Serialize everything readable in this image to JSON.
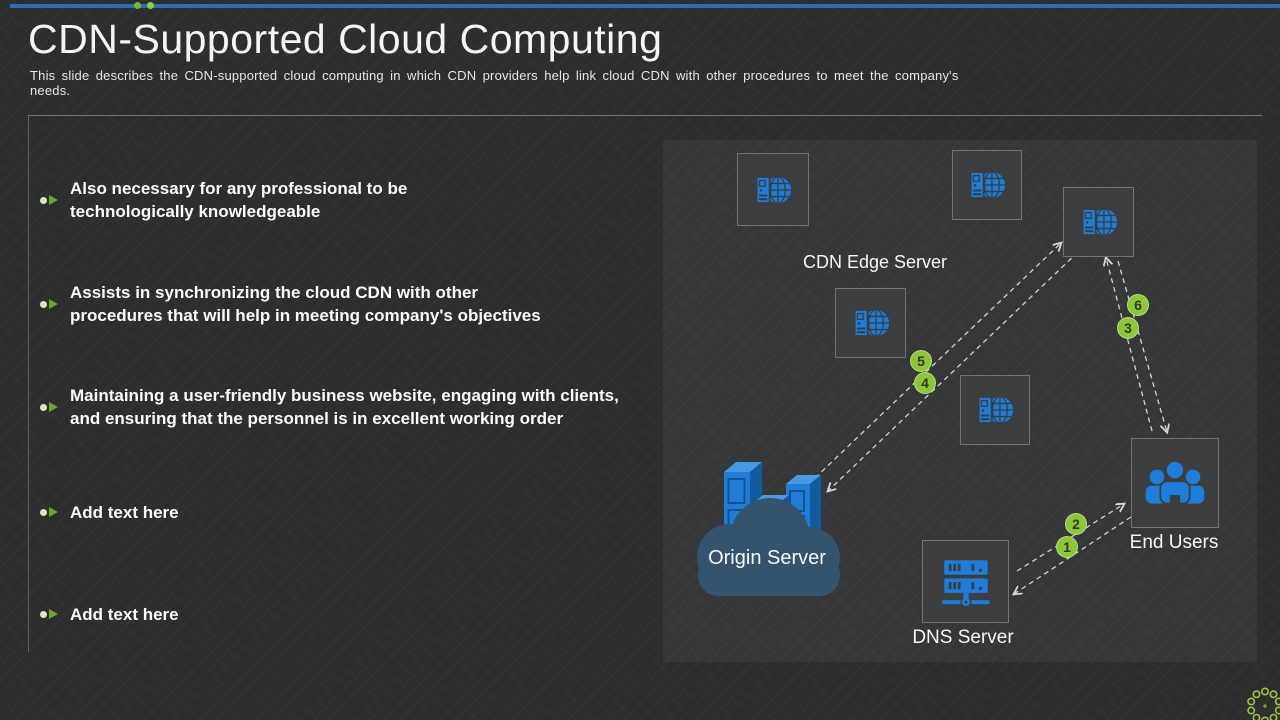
{
  "slide": {
    "title": "CDN-Supported Cloud Computing",
    "subtitle": "This slide describes the CDN-supported cloud computing in which CDN providers help link cloud CDN with other procedures to meet the company's needs."
  },
  "bullets": [
    {
      "text": "Also necessary for any professional to be\ntechnologically knowledgeable"
    },
    {
      "text": "Assists in synchronizing the cloud CDN with other\nprocedures that will help in meeting company's objectives"
    },
    {
      "text": "Maintaining a user-friendly business website, engaging with clients,\nand ensuring that the personnel is in excellent working order"
    },
    {
      "text": "Add text here"
    },
    {
      "text": "Add text here"
    }
  ],
  "diagram": {
    "labels": {
      "cdn_edge_server": "CDN Edge Server",
      "origin_server": "Origin Server",
      "dns_server": "DNS Server",
      "end_users": "End Users"
    },
    "badges": [
      {
        "label": "1"
      },
      {
        "label": "2"
      },
      {
        "label": "3"
      },
      {
        "label": "4"
      },
      {
        "label": "5"
      },
      {
        "label": "6"
      }
    ],
    "colors": {
      "accent_blue": "#1d7dd8",
      "accent_green": "#8dc63c",
      "top_line_blue": "#2c6fad",
      "cloud_blue": "#36536d"
    }
  }
}
